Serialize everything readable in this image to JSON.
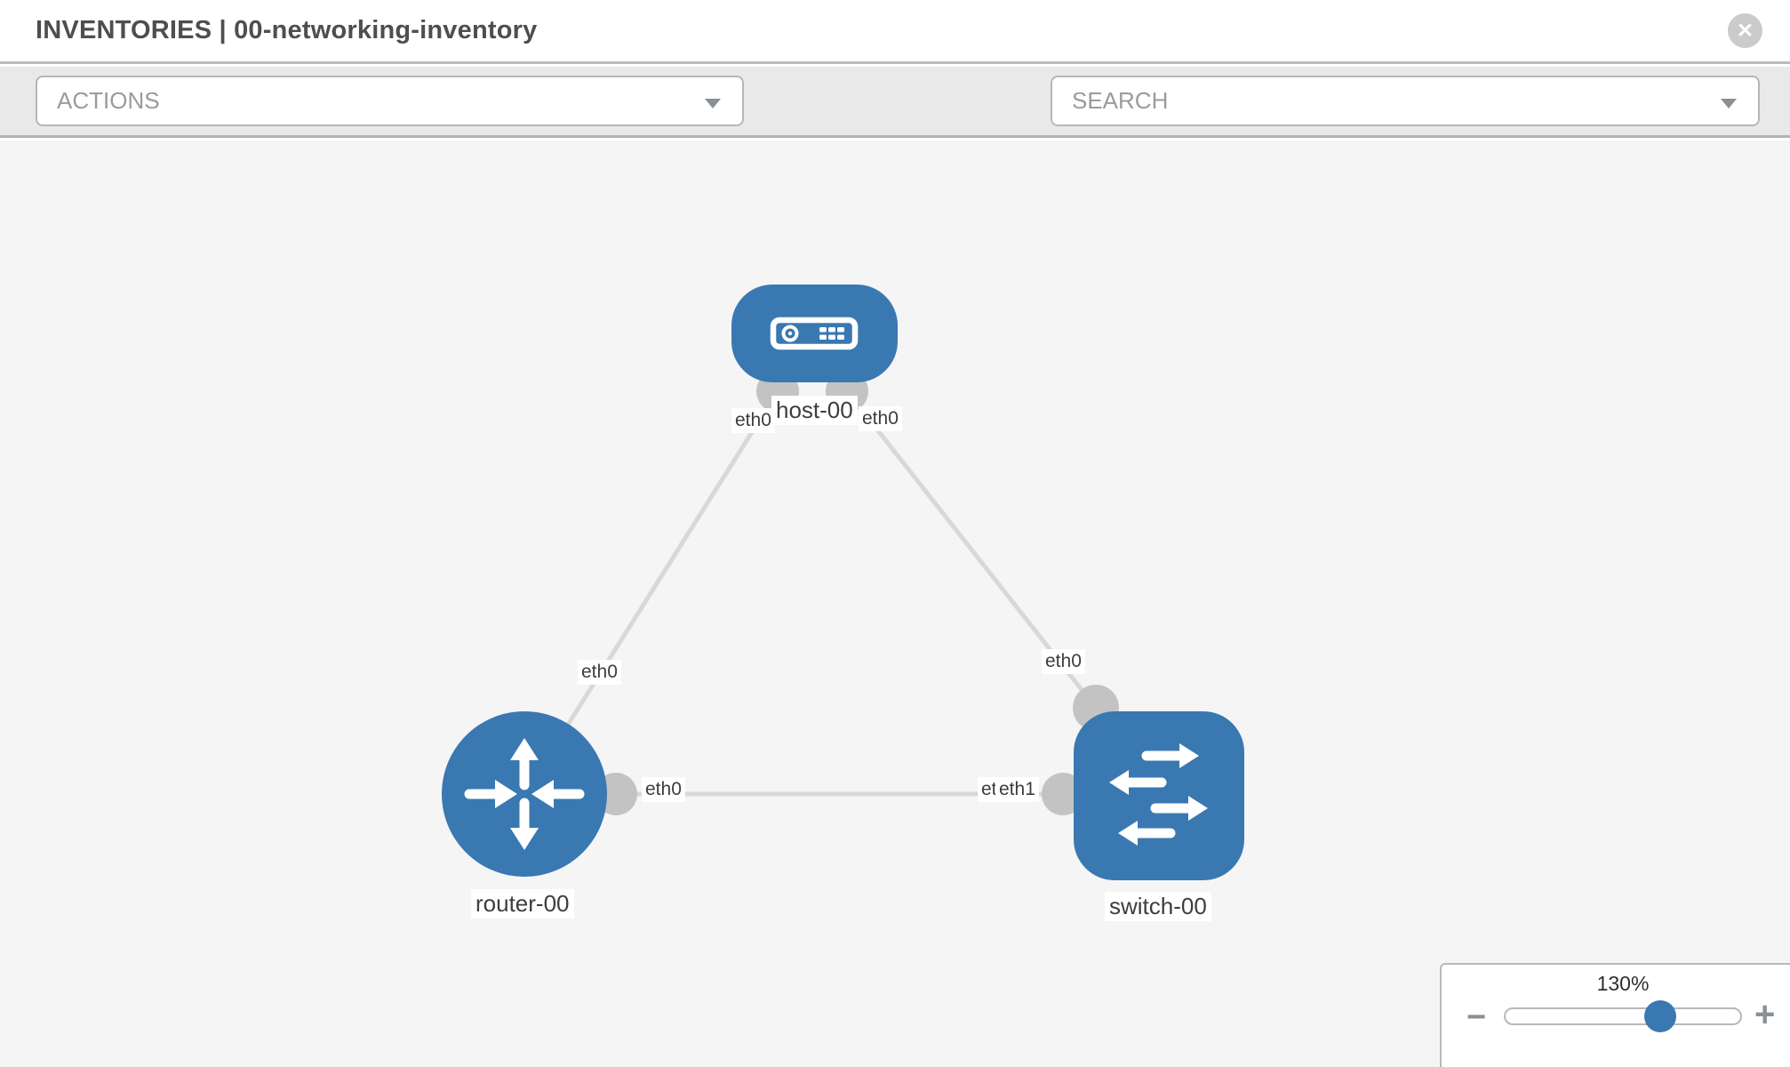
{
  "header": {
    "title": "INVENTORIES | 00-networking-inventory"
  },
  "toolbar": {
    "actions_label": "ACTIONS",
    "search_label": "SEARCH",
    "icons": [
      "wrench-icon",
      "key-icon"
    ]
  },
  "icons": {
    "close": "✕",
    "zoom_out": "−",
    "zoom_in": "+"
  },
  "colors": {
    "node_fill": "#3a78b2",
    "link_stroke": "#d8d8d8",
    "endpoint_fill": "#c3c3c3",
    "toolbar_bg": "#e9e9ea",
    "canvas_bg": "#f5f5f6",
    "slider_thumb": "#3a78b2"
  },
  "diagram": {
    "nodes": [
      {
        "id": "host-00",
        "type": "host",
        "label": "host-00"
      },
      {
        "id": "router-00",
        "type": "router",
        "label": "router-00"
      },
      {
        "id": "switch-00",
        "type": "switch",
        "label": "switch-00"
      }
    ],
    "links": [
      {
        "from": "host-00",
        "to": "router-00",
        "from_iface": "eth0",
        "to_iface": "eth0"
      },
      {
        "from": "host-00",
        "to": "switch-00",
        "from_iface": "eth0",
        "to_iface": "eth0"
      },
      {
        "from": "router-00",
        "to": "switch-00",
        "from_iface": "eth0",
        "to_iface": "eth1",
        "overlapped_iface": "eth0"
      }
    ]
  },
  "zoom_control": {
    "value": "130%",
    "percent": 130
  }
}
